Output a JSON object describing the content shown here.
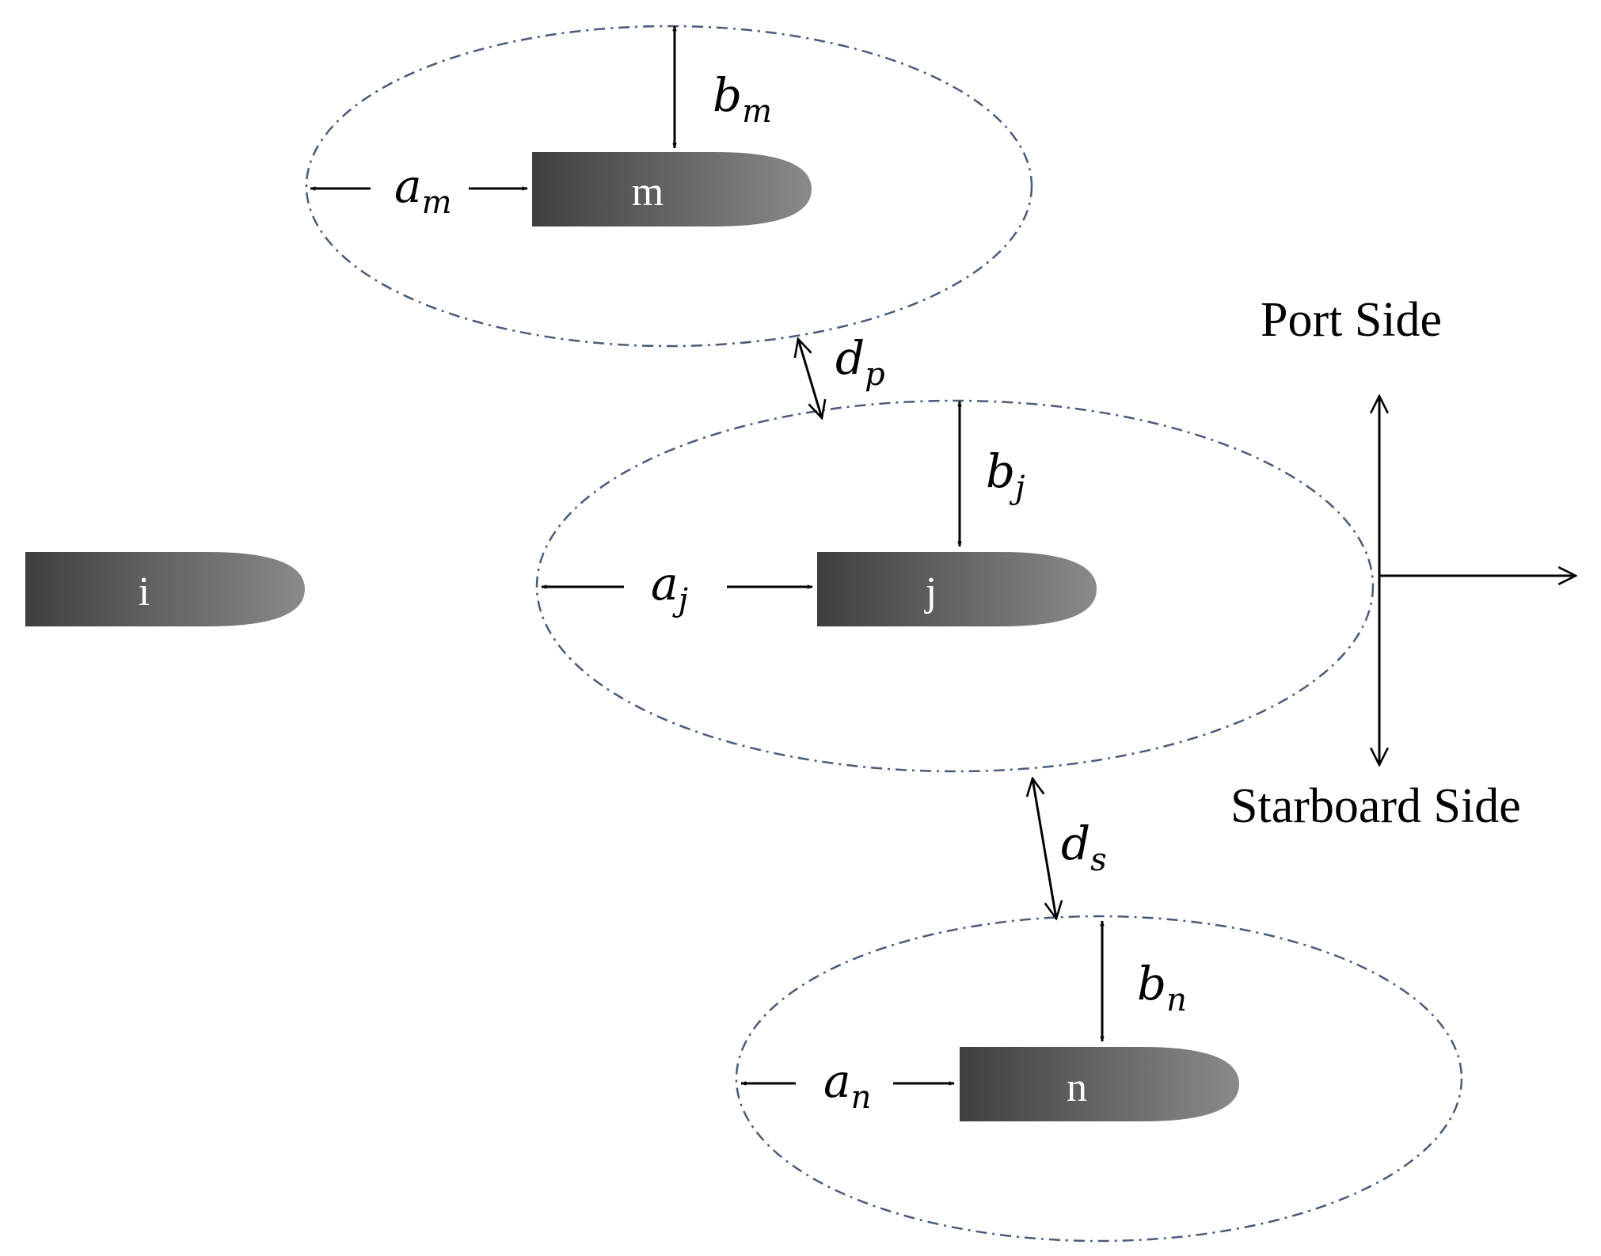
{
  "ships": [
    {
      "id": "i",
      "label": "i"
    },
    {
      "id": "j",
      "label": "j"
    },
    {
      "id": "m",
      "label": "m"
    },
    {
      "id": "n",
      "label": "n"
    }
  ],
  "dimensions": {
    "a_m": {
      "base": "a",
      "sub": "m"
    },
    "b_m": {
      "base": "b",
      "sub": "m"
    },
    "a_j": {
      "base": "a",
      "sub": "j"
    },
    "b_j": {
      "base": "b",
      "sub": "j"
    },
    "a_n": {
      "base": "a",
      "sub": "n"
    },
    "b_n": {
      "base": "b",
      "sub": "n"
    },
    "d_p": {
      "base": "d",
      "sub": "p"
    },
    "d_s": {
      "base": "d",
      "sub": "s"
    }
  },
  "axes": {
    "port_label": "Port Side",
    "starboard_label": "Starboard Side"
  },
  "colors": {
    "hull_dark": "#3f3f3f",
    "hull_light": "#8a8a8a",
    "zone_stroke": "#4a5a78"
  }
}
